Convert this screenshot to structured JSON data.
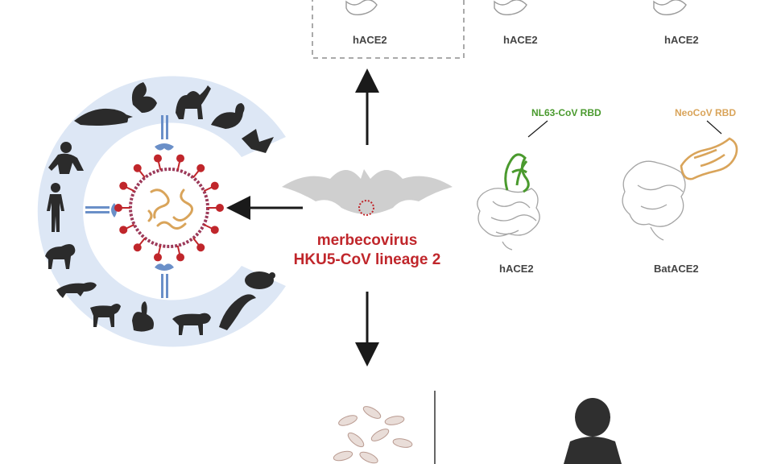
{
  "labels": {
    "top_left": "hACE2",
    "top_mid": "hACE2",
    "top_right": "hACE2",
    "nl63_rbd": "NL63-CoV RBD",
    "neocov_rbd": "NeoCoV RBD",
    "mid_hace2": "hACE2",
    "bat_ace2": "BatACE2",
    "virus_line1": "merbecovirus",
    "virus_line2": "HKU5-CoV lineage 2"
  },
  "colors": {
    "ring": "#dde7f5",
    "virus_red": "#c0262b",
    "nl63_green": "#4a9a2e",
    "neocov_orange": "#d9a45a",
    "receptor_blue": "#6a8fc8",
    "silhouette": "#2b2b2b",
    "bat_gray": "#cfcfcf"
  },
  "icons": [
    "pangolin-icon",
    "squirrel-icon",
    "camel-icon",
    "duck-icon",
    "bat-icon",
    "monkey-icon",
    "human-icon",
    "dog-icon",
    "ferret-icon",
    "goat-icon",
    "rabbit-icon",
    "cow-icon",
    "dolphin-icon",
    "hamster-icon"
  ]
}
